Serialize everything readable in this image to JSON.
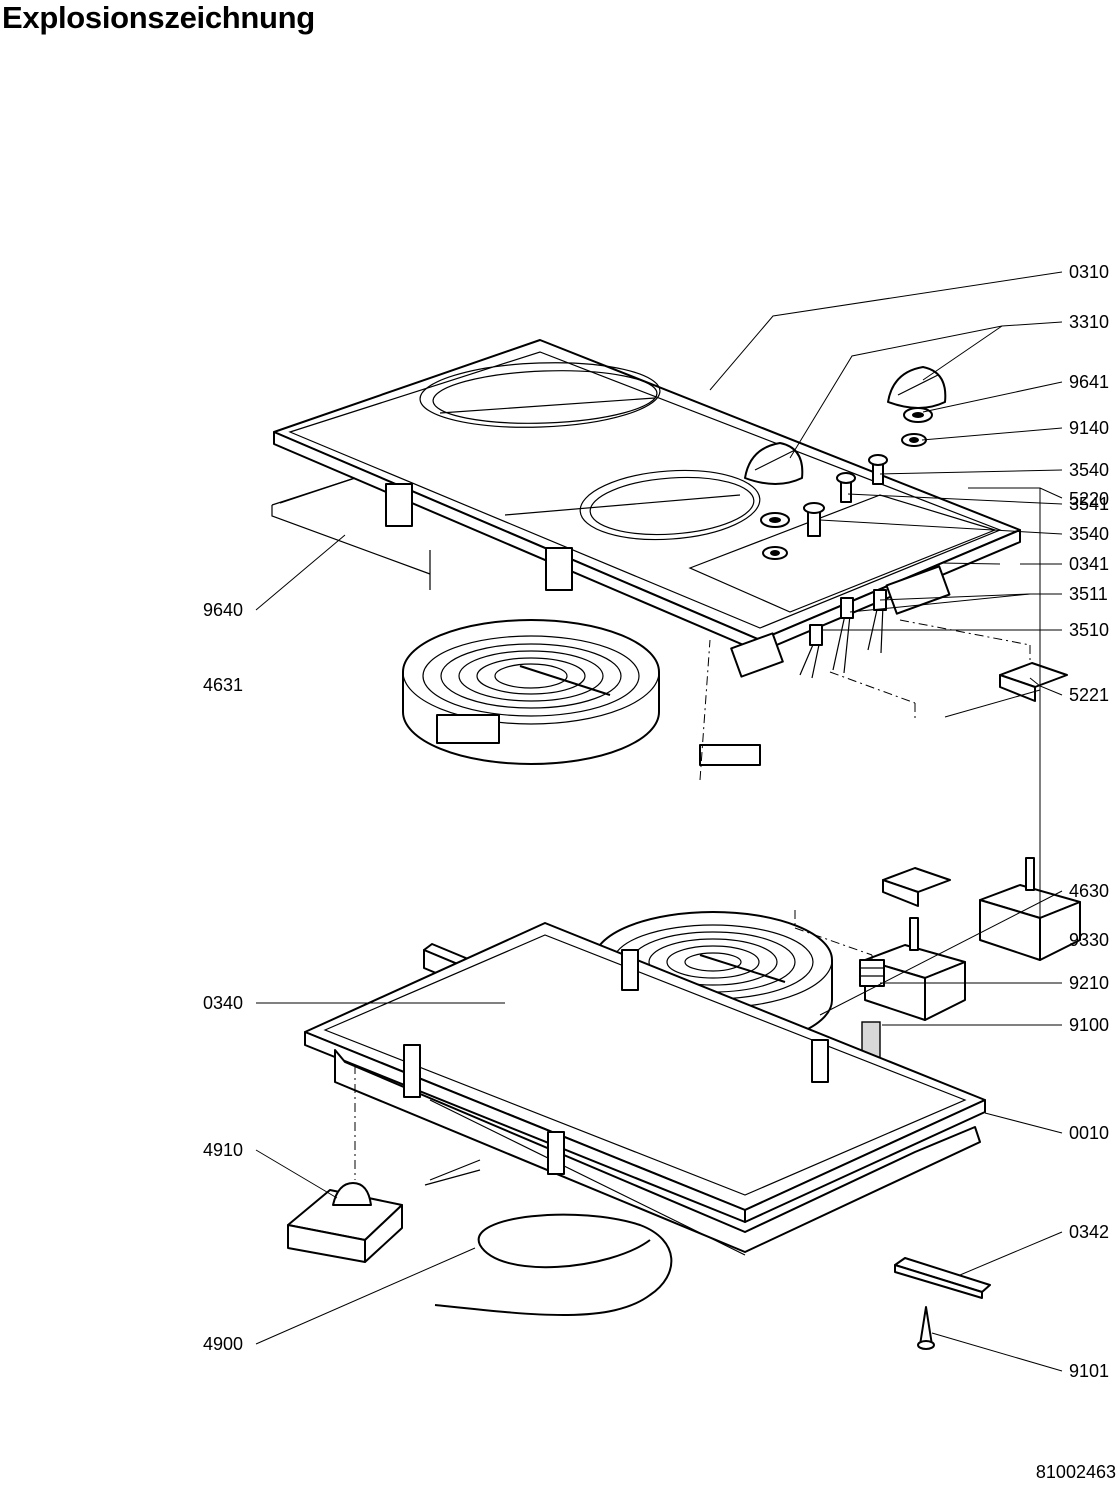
{
  "title": "Explosionszeichnung",
  "document_number": "81002463",
  "part_labels": {
    "p0310": "0310",
    "p3310": "3310",
    "p9641": "9641",
    "p9140": "9140",
    "p3540a": "3540",
    "p3541": "3541",
    "p3540b": "3540",
    "p0341": "0341",
    "p3511": "3511",
    "p3510": "3510",
    "p5221": "5221",
    "p5220": "5220",
    "p4630": "4630",
    "p9330": "9330",
    "p9210": "9210",
    "p9100": "9100",
    "p0010": "0010",
    "p0342": "0342",
    "p9101": "9101",
    "p9640": "9640",
    "p4631": "4631",
    "p0340": "0340",
    "p4910": "4910",
    "p4900": "4900"
  }
}
